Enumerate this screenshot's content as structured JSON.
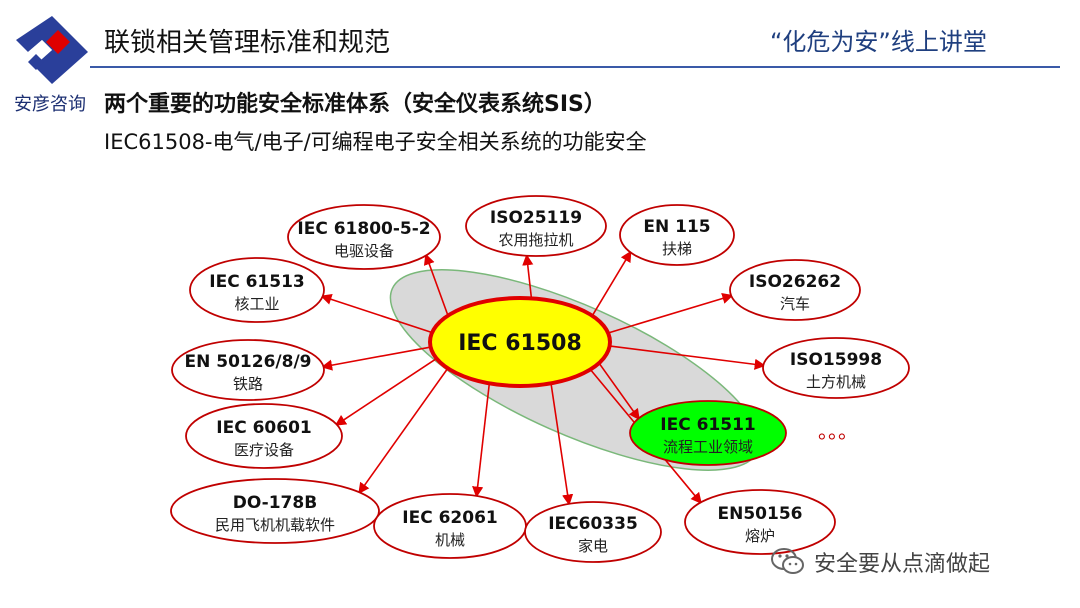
{
  "header": {
    "title": "联锁相关管理标准和规范",
    "slogan": "“化危为安”线上讲堂",
    "company": "安彦咨询"
  },
  "content": {
    "subtitle": "两个重要的功能安全标准体系（安全仪表系统SIS）",
    "subline": "IEC61508-电气/电子/可编程电子安全相关系统的功能安全"
  },
  "diagram": {
    "center": {
      "label": "IEC 61508",
      "fill": "#ffff00",
      "stroke": "#e00000"
    },
    "backdrop_fill": "#d9d9d9",
    "backdrop_stroke": "#7ab87a",
    "arrow_color": "#e00000",
    "node_stroke": "#c00000",
    "highlight_fill": "#00ff00",
    "nodes": [
      {
        "id": "iec61800",
        "code": "IEC 61800-5-2",
        "desc": "电驱设备"
      },
      {
        "id": "iso25119",
        "code": "ISO25119",
        "desc": "农用拖拉机"
      },
      {
        "id": "en115",
        "code": "EN 115",
        "desc": "扶梯"
      },
      {
        "id": "iec61513",
        "code": "IEC 61513",
        "desc": "核工业"
      },
      {
        "id": "iso26262",
        "code": "ISO26262",
        "desc": "汽车"
      },
      {
        "id": "en50126",
        "code": "EN 50126/8/9",
        "desc": "铁路"
      },
      {
        "id": "iso15998",
        "code": "ISO15998",
        "desc": "土方机械"
      },
      {
        "id": "iec60601",
        "code": "IEC 60601",
        "desc": "医疗设备"
      },
      {
        "id": "iec61511",
        "code": "IEC 61511",
        "desc": "流程工业领域",
        "highlight": true
      },
      {
        "id": "do178b",
        "code": "DO-178B",
        "desc": "民用飞机机载软件"
      },
      {
        "id": "iec62061",
        "code": "IEC 62061",
        "desc": "机械"
      },
      {
        "id": "iec60335",
        "code": "IEC60335",
        "desc": "家电"
      },
      {
        "id": "en50156",
        "code": "EN50156",
        "desc": "熔炉"
      }
    ],
    "ellipsis": "。。。"
  },
  "watermark": {
    "text": "安全要从点滴做起",
    "icon": "wechat-icon"
  },
  "logo_colors": {
    "blue": "#2a3f9a",
    "red": "#e00000"
  }
}
